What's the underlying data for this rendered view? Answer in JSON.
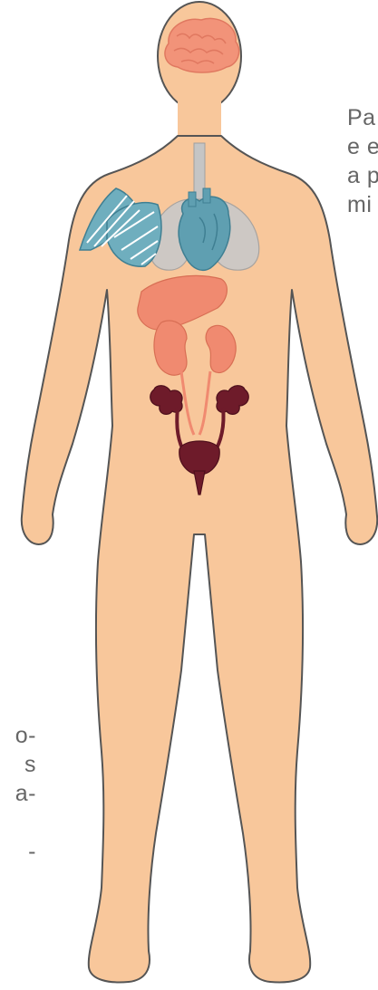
{
  "right_text": {
    "lines": [
      "Pa",
      "e e",
      "a p",
      "mi"
    ]
  },
  "left_text": {
    "lines": [
      "o-",
      "s",
      "a-",
      "",
      "-"
    ]
  },
  "colors": {
    "skin": "#F8C79B",
    "skin_outline": "#555555",
    "brain": "#F29379",
    "lungs": "#C5C5C5",
    "heart_muscle": "#6FAEBE",
    "liver_kidney": "#F08A70",
    "urinary": "#6E1B2A",
    "text": "#666666"
  },
  "icons": [
    "brain-icon",
    "lungs-icon",
    "heart-icon",
    "muscle-icon",
    "liver-icon",
    "kidney-icon",
    "urinary-system-icon"
  ]
}
